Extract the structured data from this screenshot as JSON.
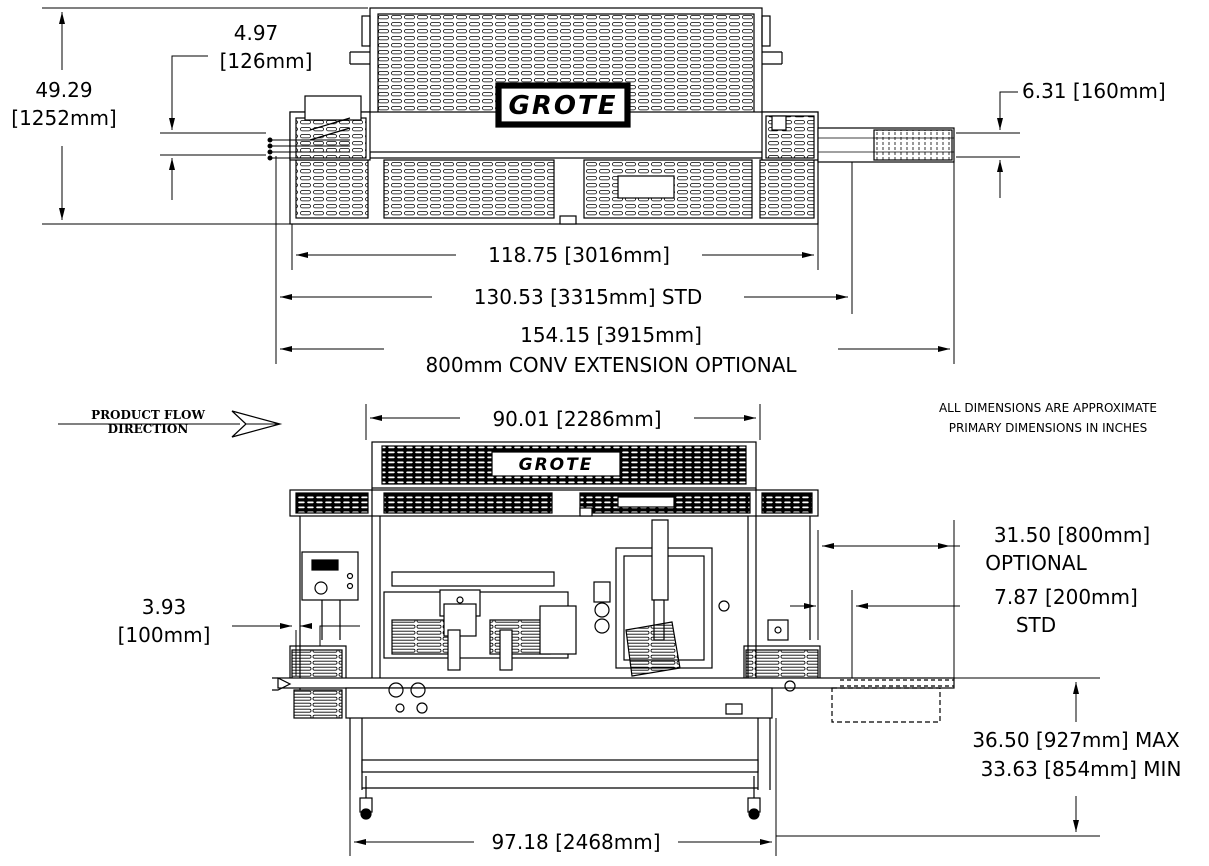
{
  "brand": "GROTE",
  "notes": {
    "line1": "ALL DIMENSIONS ARE APPROXIMATE",
    "line2": "PRIMARY DIMENSIONS IN INCHES"
  },
  "flow": {
    "line1": "PRODUCT FLOW",
    "line2": "DIRECTION"
  },
  "top_view": {
    "height_in": "49.29",
    "height_mm": "[1252mm]",
    "inlet_in": "4.97",
    "inlet_mm": "[126mm]",
    "outlet_label": "6.31 [160mm]",
    "width_118": "118.75  [3016mm]",
    "width_130": "130.53  [3315mm]  STD",
    "width_154": "154.15  [3915mm]",
    "ext_label": "800mm  CONV  EXTENSION  OPTIONAL"
  },
  "front_view": {
    "top_width": "90.01  [2286mm]",
    "opt_line1": "31.50  [800mm]",
    "opt_line2": "OPTIONAL",
    "std_line1": "7.87  [200mm]",
    "std_line2": "STD",
    "left_in": "3.93",
    "left_mm": "[100mm]",
    "height_max": "36.50  [927mm]  MAX",
    "height_min": "33.63  [854mm]  MIN",
    "base_width": "97.18  [2468mm]"
  }
}
